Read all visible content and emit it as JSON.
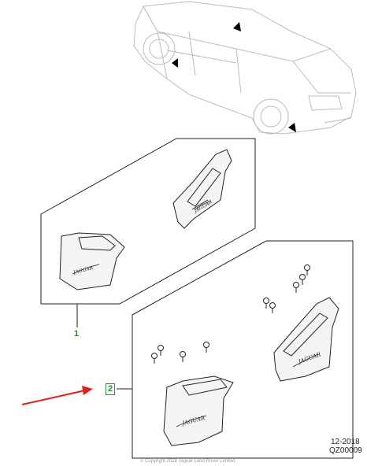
{
  "callouts": {
    "kit": "1",
    "pair": "2"
  },
  "footer": {
    "date": "12-2018",
    "code": "QZ00009",
    "copyright": "© Copyright 2018 Jaguar Land Rover Limited"
  },
  "brand_script": "JAGUAR",
  "colors": {
    "line": "#222222",
    "light_line": "#bbbbbb",
    "callout": "#2e8b2e",
    "arrow": "#e02020",
    "part_fill": "#f4f4f4"
  }
}
